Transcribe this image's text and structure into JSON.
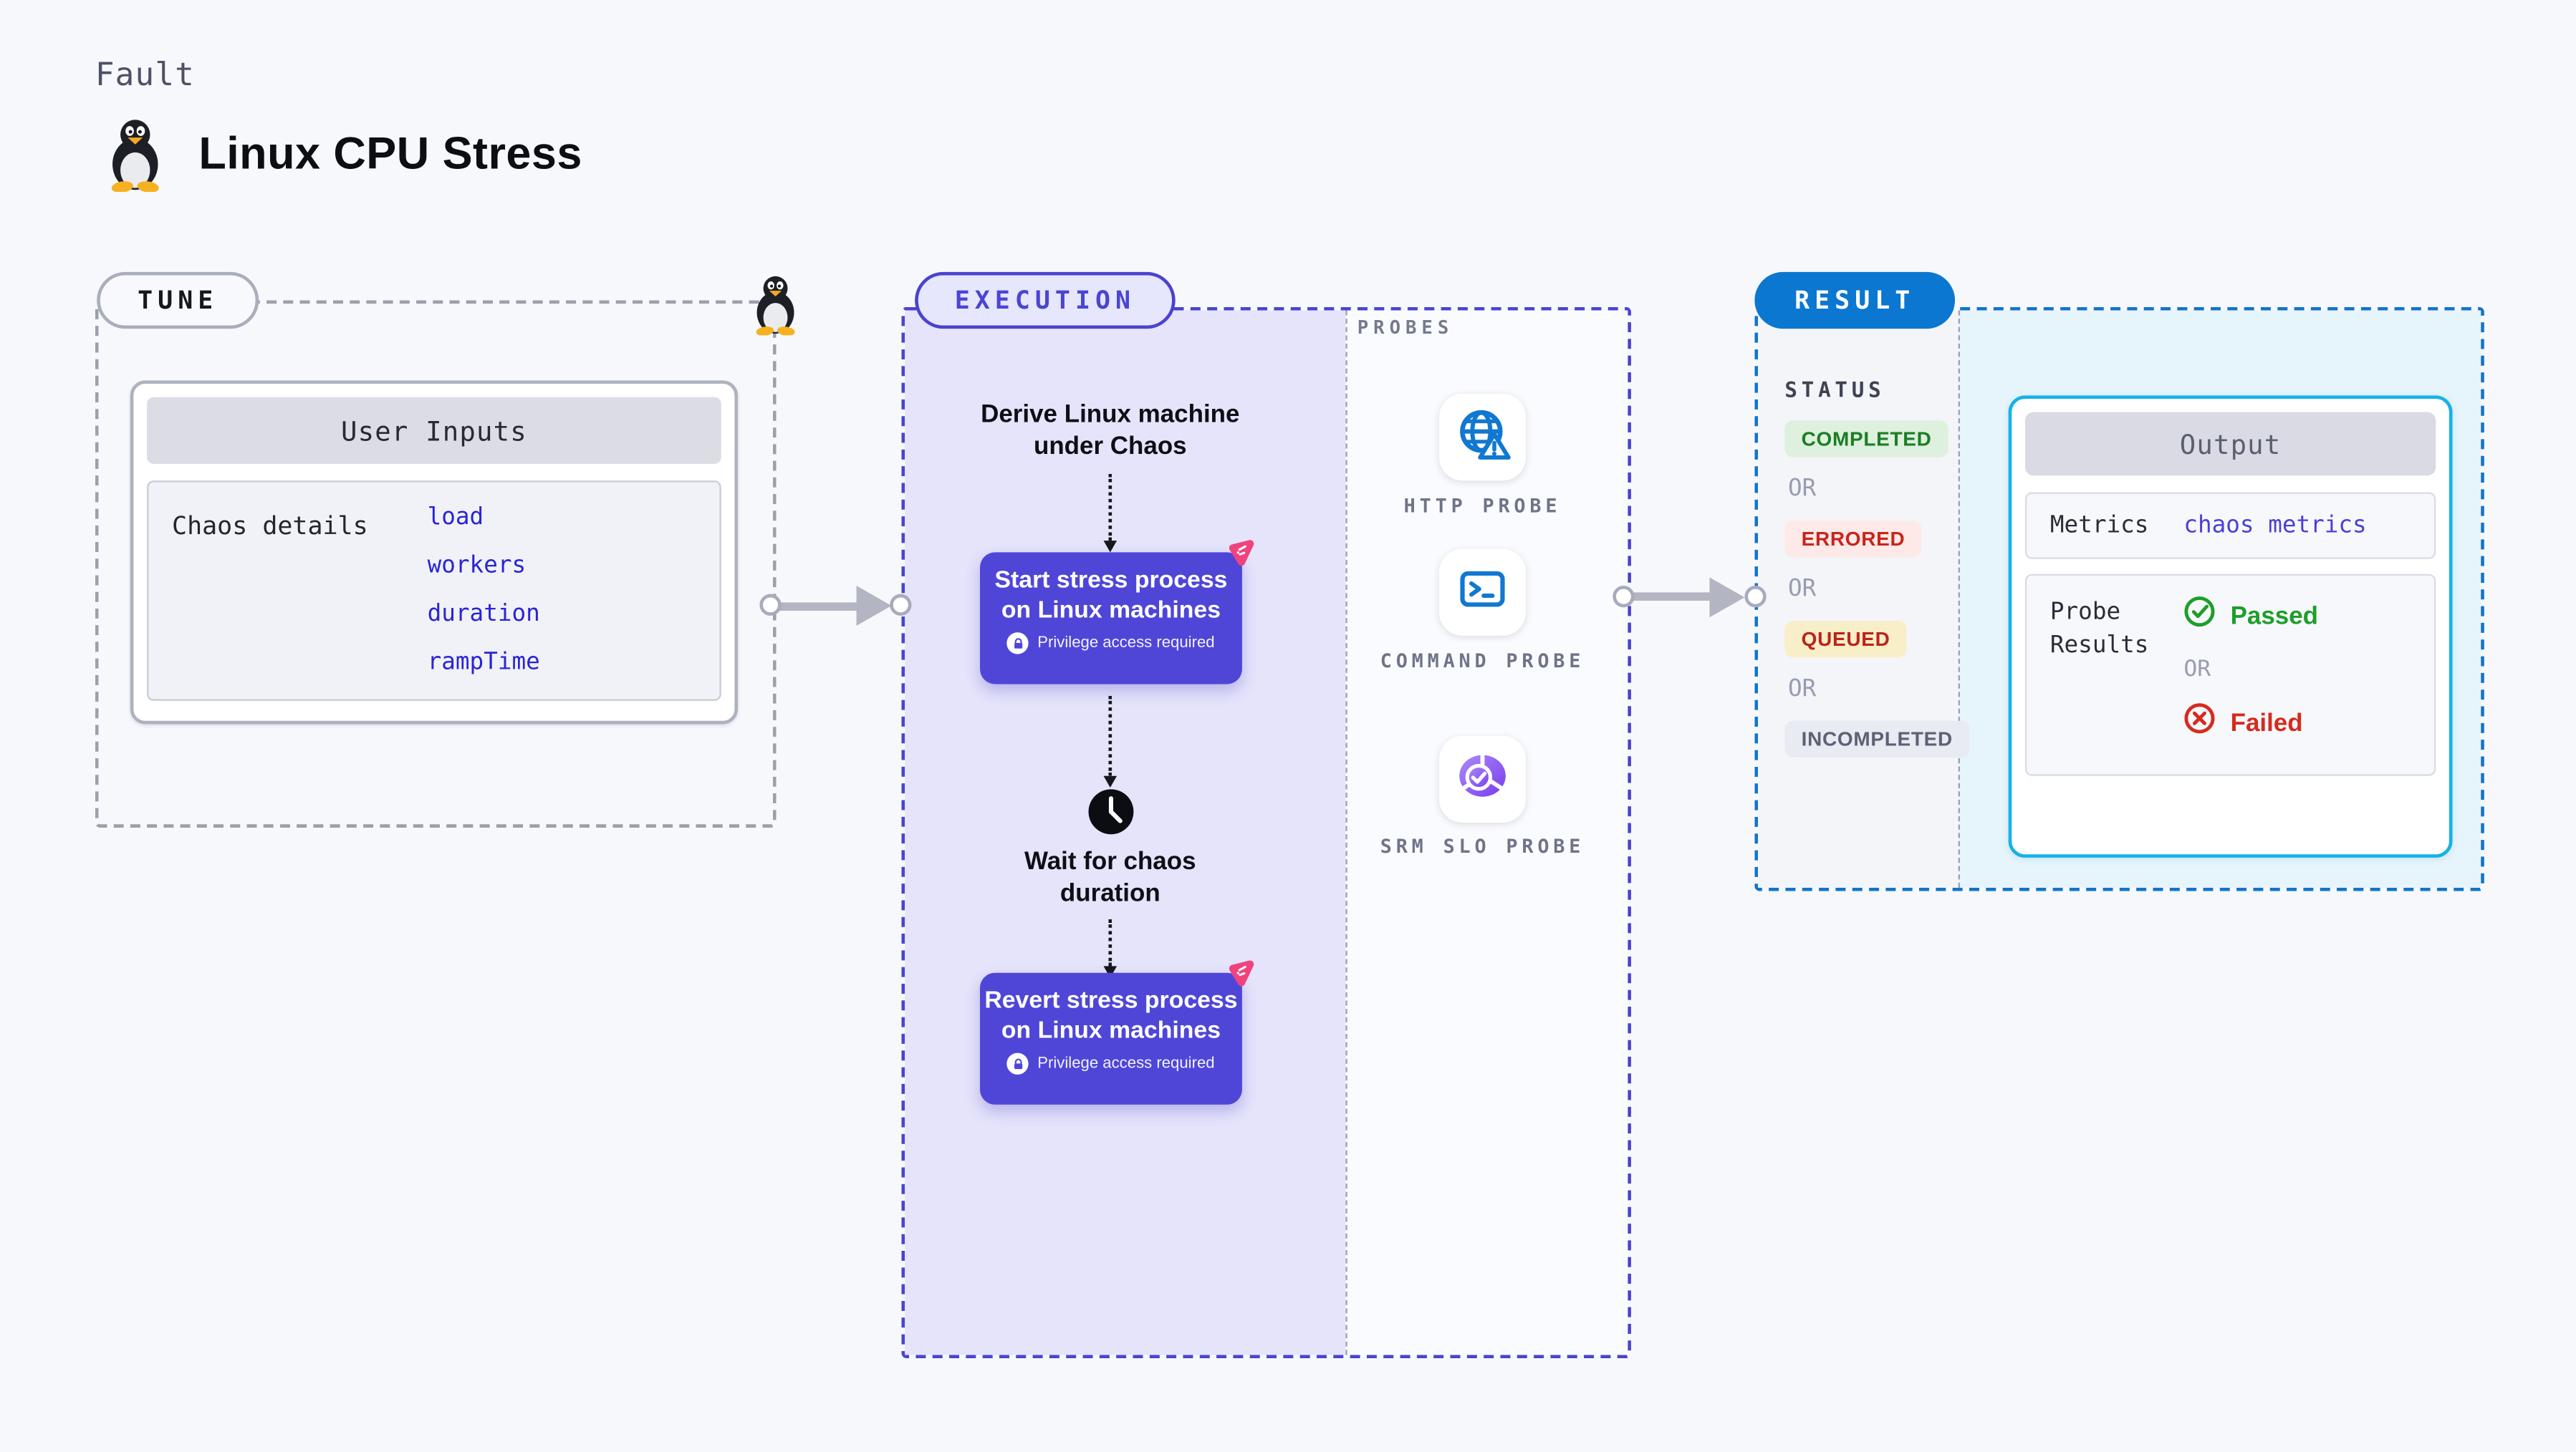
{
  "header": {
    "kicker": "Fault",
    "title": "Linux CPU Stress",
    "logo": "tux-penguin"
  },
  "tune": {
    "badge": "TUNE",
    "inputs_title": "User Inputs",
    "row_label": "Chaos details",
    "values": [
      "load",
      "workers",
      "duration",
      "rampTime"
    ]
  },
  "execution": {
    "badge": "EXECUTION",
    "derive_label": "Derive Linux machine under Chaos",
    "step_start": {
      "title": "Start stress process on Linux machines",
      "note": "Privilege access required"
    },
    "wait_label": "Wait for chaos duration",
    "step_revert": {
      "title": "Revert stress process on Linux machines",
      "note": "Privilege access required"
    }
  },
  "probes": {
    "title": "PROBES",
    "items": [
      {
        "label": "HTTP PROBE",
        "icon": "globe-alert-icon"
      },
      {
        "label": "COMMAND PROBE",
        "icon": "terminal-icon"
      },
      {
        "label": "SRM SLO PROBE",
        "icon": "slo-pie-check-icon"
      }
    ]
  },
  "result": {
    "badge": "RESULT",
    "status_title": "STATUS",
    "statuses": [
      {
        "label": "COMPLETED",
        "kind": "success"
      },
      {
        "label": "OR",
        "kind": "or"
      },
      {
        "label": "ERRORED",
        "kind": "error"
      },
      {
        "label": "OR",
        "kind": "or"
      },
      {
        "label": "QUEUED",
        "kind": "queued"
      },
      {
        "label": "OR",
        "kind": "or"
      },
      {
        "label": "INCOMPLETED",
        "kind": "muted"
      }
    ],
    "output": {
      "title": "Output",
      "metrics_label": "Metrics",
      "metrics_value": "chaos metrics",
      "probe_results_label": "Probe Results",
      "passed_label": "Passed",
      "or_label": "OR",
      "failed_label": "Failed"
    }
  },
  "colors": {
    "accent_indigo": "#4f46d8",
    "accent_pink": "#f0437e",
    "result_badge_blue": "#0b77d0",
    "output_border_cyan": "#16b2e7",
    "success_green": "#1e9e2a",
    "error_red": "#d52b1e",
    "queued_yellow_bg": "#f8efc8",
    "value_link_blue": "#2a24d7",
    "probe_icon_blue": "#1178d2",
    "lavender_bg": "#e5e4fb",
    "cyan_bg": "#e6f4fb"
  }
}
